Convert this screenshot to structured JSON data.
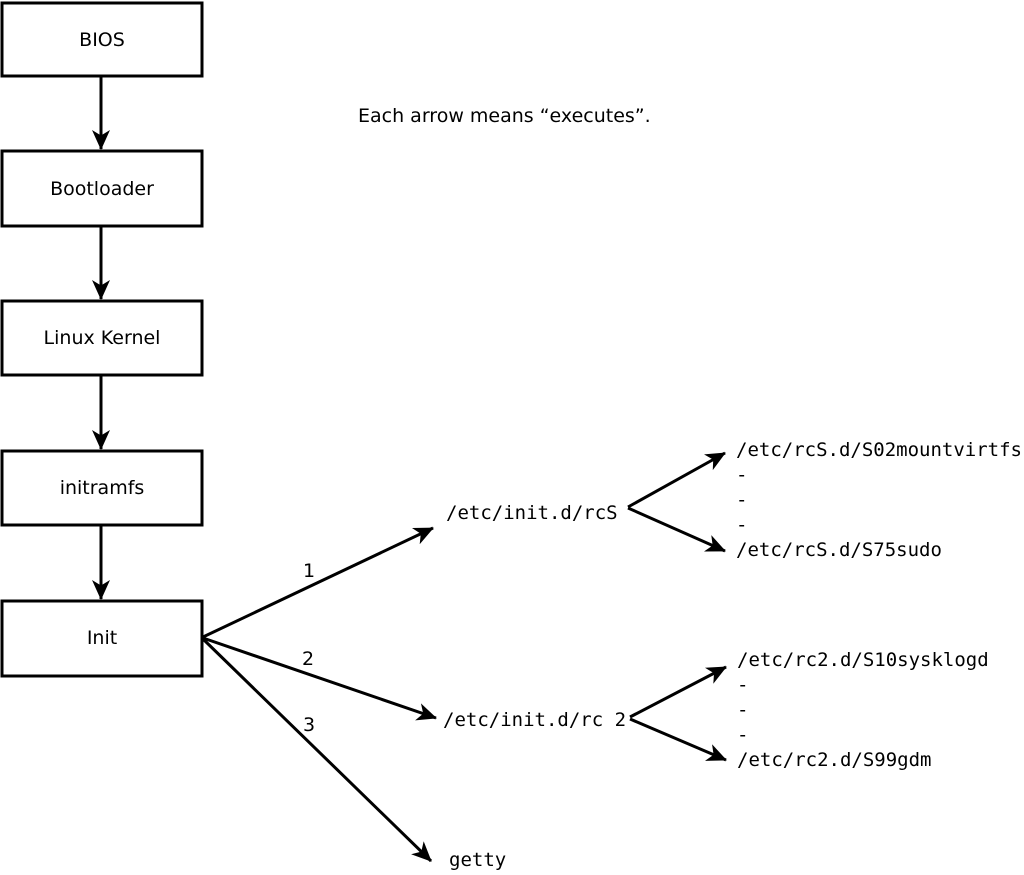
{
  "caption": "Each arrow means “executes”.",
  "colors": {
    "line": "#000000",
    "background": "#ffffff",
    "box_fill": "#ffffff",
    "text": "#000000"
  },
  "boot_chain": {
    "boxes": [
      {
        "label": "BIOS"
      },
      {
        "label": "Bootloader"
      },
      {
        "label": "Linux Kernel"
      },
      {
        "label": "initramfs"
      },
      {
        "label": "Init"
      }
    ]
  },
  "init_branches": [
    {
      "number": "1",
      "target": "/etc/init.d/rcS"
    },
    {
      "number": "2",
      "target": "/etc/init.d/rc 2"
    },
    {
      "number": "3",
      "target": "getty"
    }
  ],
  "rcS_scripts": [
    "/etc/rcS.d/S02mountvirtfs",
    "-",
    "-",
    "-",
    "/etc/rcS.d/S75sudo"
  ],
  "rc2_scripts": [
    "/etc/rc2.d/S10sysklogd",
    "-",
    "-",
    "-",
    "/etc/rc2.d/S99gdm"
  ]
}
